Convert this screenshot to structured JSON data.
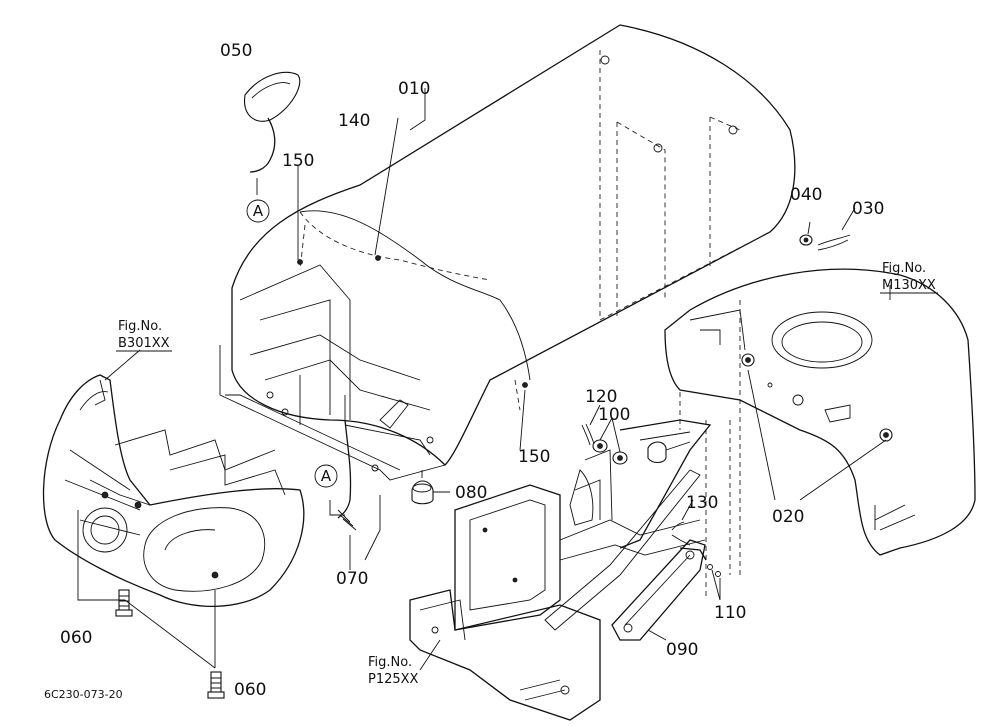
{
  "labels": {
    "p010": "010",
    "p020": "020",
    "p030": "030",
    "p040": "040",
    "p050": "050",
    "p060a": "060",
    "p060b": "060",
    "p070": "070",
    "p080": "080",
    "p090": "090",
    "p100": "100",
    "p110": "110",
    "p120": "120",
    "p130": "130",
    "p140": "140",
    "p150a": "150",
    "p150b": "150"
  },
  "figure_refs": {
    "m130_title": "Fig.No.",
    "m130_code": "M130XX",
    "b301_title": "Fig.No.",
    "b301_code": "B301XX",
    "p125_title": "Fig.No.",
    "p125_code": "P125XX"
  },
  "callouts": {
    "a_top": "A",
    "a_bottom": "A"
  },
  "drawing_code": "6C230-073-20"
}
